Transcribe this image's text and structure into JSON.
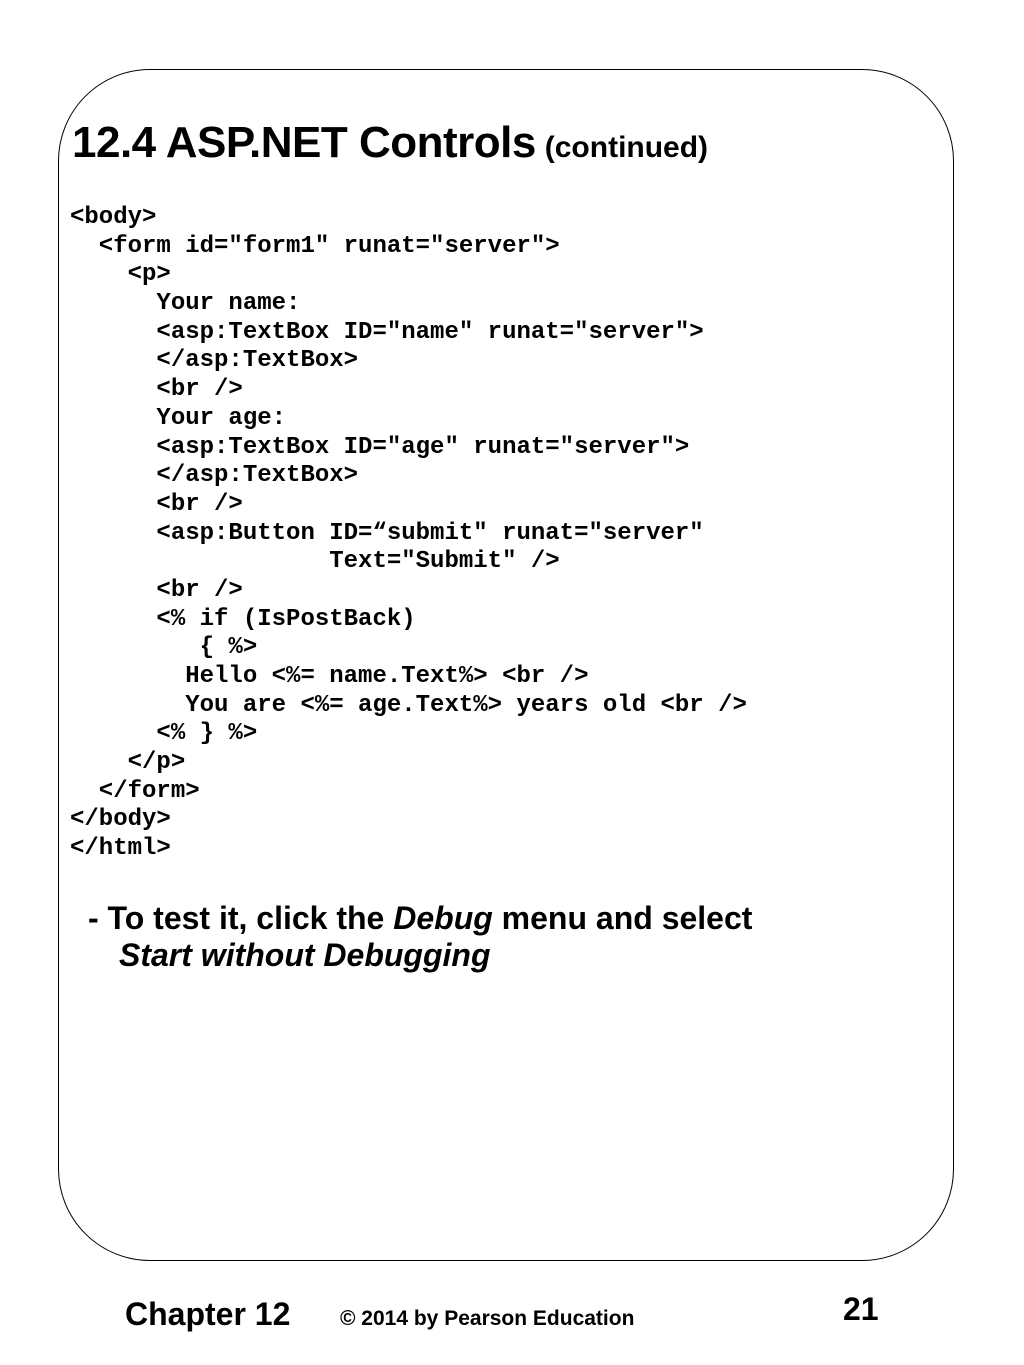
{
  "slide": {
    "title_main": "12.4 ASP.NET Controls",
    "title_sub": "(continued)",
    "code_lines": [
      "<body>",
      "  <form id=\"form1\" runat=\"server\">",
      "    <p>",
      "      Your name:",
      "      <asp:TextBox ID=\"name\" runat=\"server\">",
      "      </asp:TextBox>",
      "      <br />",
      "      Your age:",
      "      <asp:TextBox ID=\"age\" runat=\"server\">",
      "      </asp:TextBox>",
      "      <br />",
      "      <asp:Button ID=“submit\" runat=\"server\"",
      "                  Text=\"Submit\" />",
      "      <br />",
      "      <% if (IsPostBack)",
      "         { %>",
      "        Hello <%= name.Text%> <br />",
      "        You are <%= age.Text%> years old <br />",
      "      <% } %>",
      "    </p>",
      "  </form>",
      "</body>",
      "</html>"
    ],
    "instruction": {
      "prefix": "- To test it, click the ",
      "menu": "Debug",
      "middle": " menu and select",
      "command": "Start without Debugging"
    }
  },
  "footer": {
    "chapter": "Chapter 12",
    "copyright": "© 2014 by Pearson Education",
    "page_number": "21"
  }
}
